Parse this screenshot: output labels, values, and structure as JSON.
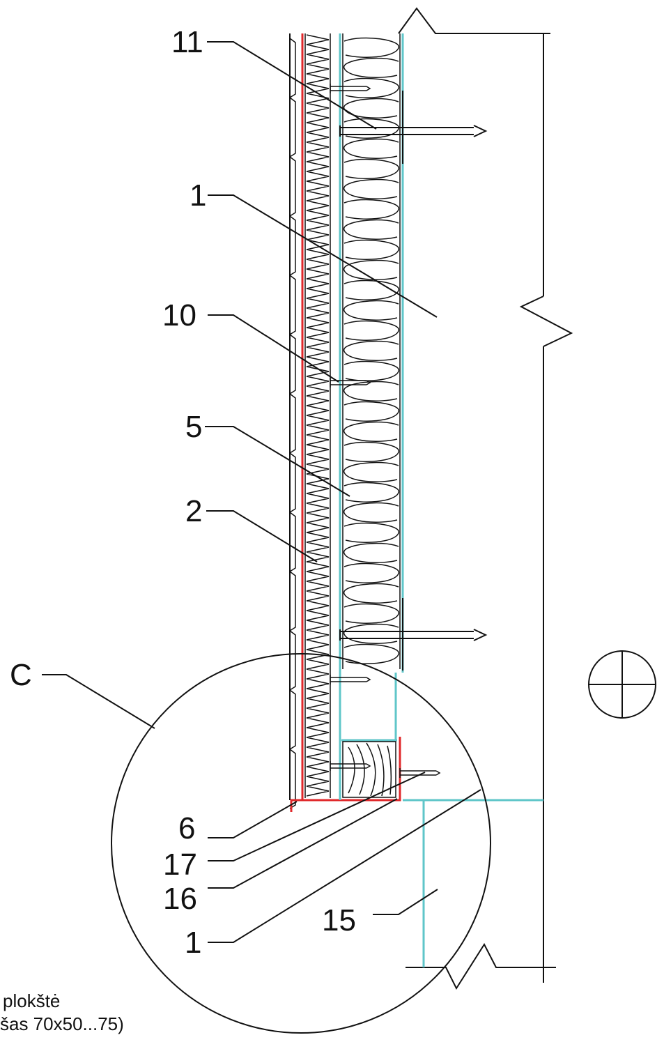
{
  "colors": {
    "membrane": "#5fc6c9",
    "vapour_barrier": "#e0282b",
    "line": "#111111",
    "background": "#ffffff"
  },
  "labels": {
    "l11": "11",
    "l1_top": "1",
    "l10": "10",
    "l5": "5",
    "l2": "2",
    "lC": "C",
    "l6": "6",
    "l17": "17",
    "l16": "16",
    "l1_bottom": "1",
    "l15": "15"
  },
  "footnote": {
    "line1": "plokštė",
    "line2": "šas 70x50...75)"
  },
  "symbols": {
    "section_marker": "plus-in-circle"
  }
}
